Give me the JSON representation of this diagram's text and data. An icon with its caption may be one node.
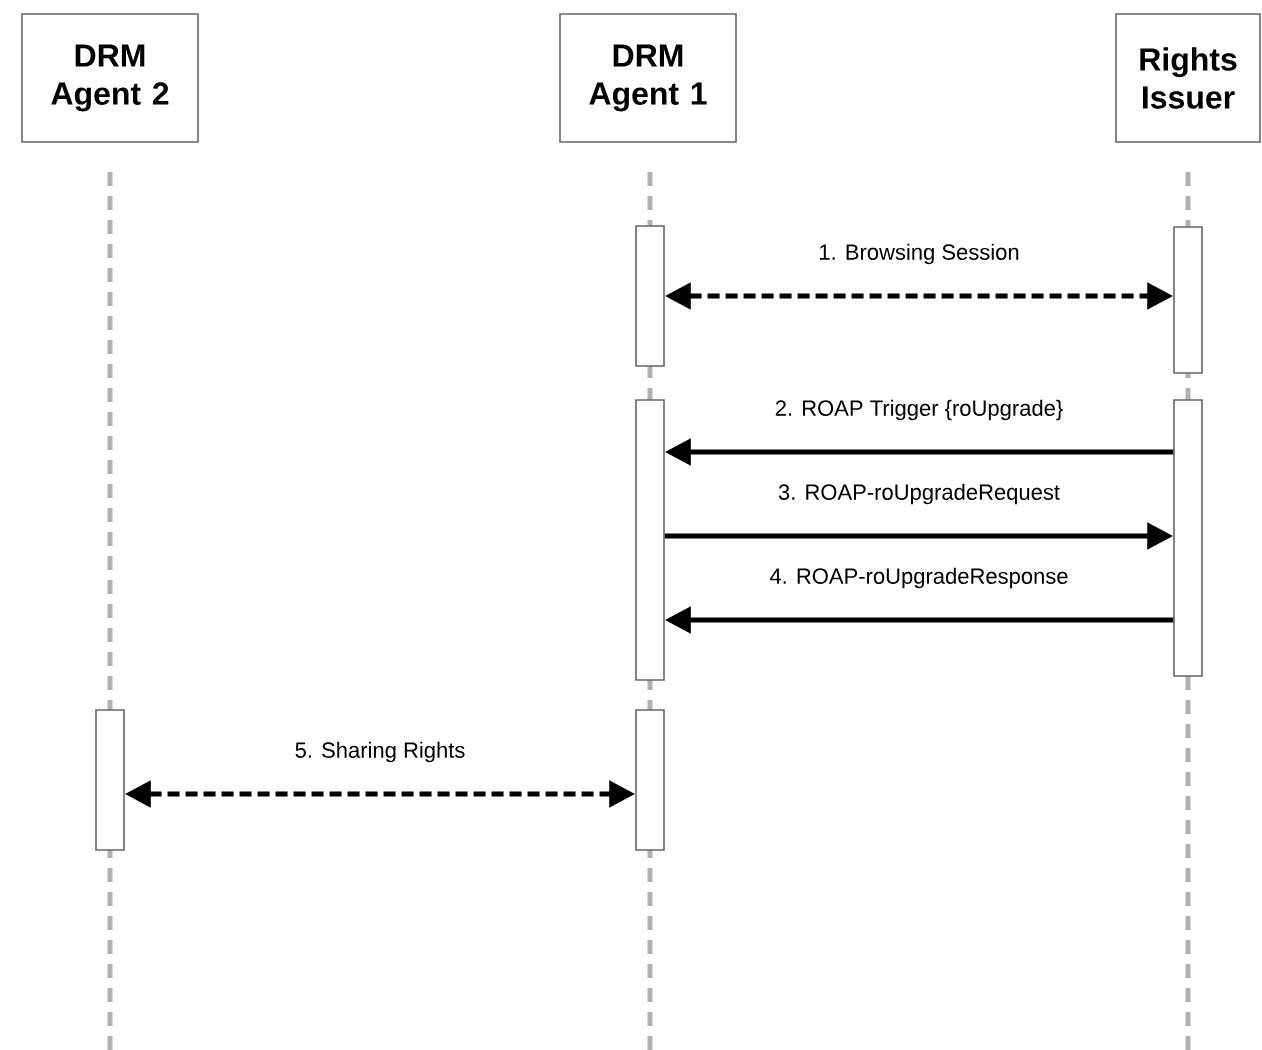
{
  "diagram": {
    "nodes": [
      {
        "text": [
          "DRM Agent 2"
        ]
      },
      {
        "text": [
          "DRM Agent 1"
        ]
      },
      {
        "text": [
          "Rights Issuer"
        ]
      },
      {
        "text": [],
        "shape": "bar"
      },
      {
        "text": [],
        "shape": "bar"
      },
      {
        "text": [],
        "shape": "bar"
      },
      {
        "text": [],
        "shape": "bar"
      },
      {
        "text": [],
        "shape": "bar"
      },
      {
        "text": [],
        "shape": "bar"
      }
    ],
    "edges": [
      {
        "from": 3,
        "to": 4,
        "arrow": "both",
        "style": "dashed",
        "label": "1. Browsing Session"
      },
      {
        "from": 6,
        "to": 5,
        "arrow": "to",
        "label": "2. ROAP Trigger {roUpgrade}"
      },
      {
        "from": 5,
        "to": 6,
        "arrow": "to",
        "label": "3. ROAP-roUpgradeRequest"
      },
      {
        "from": 6,
        "to": 5,
        "arrow": "to",
        "label": "4. ROAP-roUpgradeResponse"
      },
      {
        "from": 7,
        "to": 8,
        "arrow": "both",
        "style": "dashed",
        "label": "5. Sharing Rights"
      }
    ]
  }
}
